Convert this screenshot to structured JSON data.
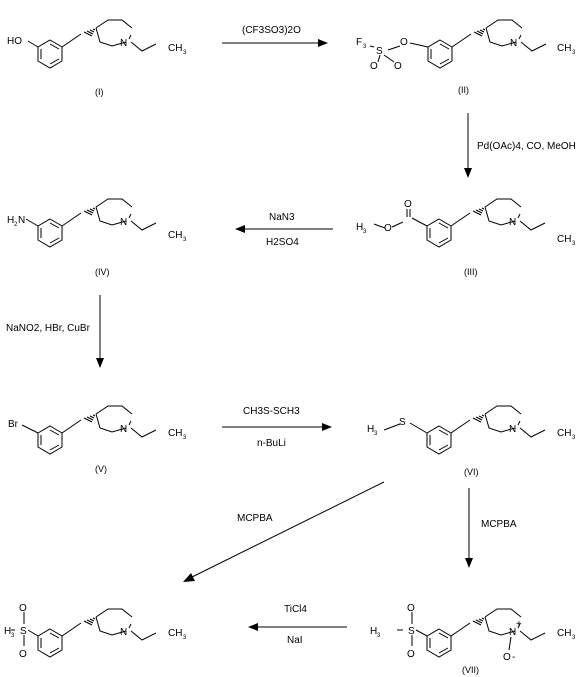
{
  "compounds": {
    "c1": {
      "label": "(I)"
    },
    "c2": {
      "label": "(II)"
    },
    "c3": {
      "label": "(III)"
    },
    "c4": {
      "label": "(IV)"
    },
    "c5": {
      "label": "(V)"
    },
    "c6": {
      "label": "(VI)"
    },
    "c7": {
      "label": "(VII)"
    },
    "atoms": {
      "n": "N",
      "ho": "HO",
      "o": "O",
      "s": "S",
      "f3c": "F",
      "h2n": "H",
      "br": "Br",
      "h3c": "H",
      "ch3": "CH",
      "three": "3",
      "two": "2",
      "plus": "+",
      "minus": "-"
    }
  },
  "reagents": {
    "step1": "(CF3SO3)2O",
    "step2": "Pd(OAc)4, CO, MeOH",
    "step3a": "NaN3",
    "step3b": "H2SO4",
    "step4": "NaNO2, HBr, CuBr",
    "step5a": "CH3S-SCH3",
    "step5b": "n-BuLi",
    "step6": "MCPBA",
    "step7": "MCPBA",
    "step8a": "TiCl4",
    "step8b": "NaI"
  }
}
